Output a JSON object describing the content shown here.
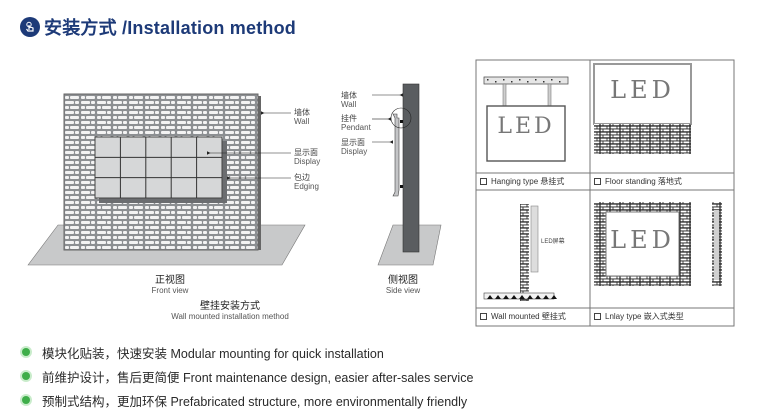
{
  "header": {
    "icon": "hand-touch-icon",
    "title": "安装方式 /Installation method"
  },
  "front_view": {
    "labels": [
      {
        "zh": "墙体",
        "en": "Wall"
      },
      {
        "zh": "显示面",
        "en": "Display"
      },
      {
        "zh": "包边",
        "en": "Edging"
      }
    ],
    "caption_zh": "正视图",
    "caption_en": "Front view",
    "display_grid": {
      "rows": 3,
      "cols": 5
    }
  },
  "side_view": {
    "labels": [
      {
        "zh": "墙体",
        "en": "Wall"
      },
      {
        "zh": "挂件",
        "en": "Pendant"
      },
      {
        "zh": "显示面",
        "en": "Display"
      }
    ],
    "caption_zh": "侧视图",
    "caption_en": "Side view"
  },
  "method_caption": {
    "zh": "壁挂安装方式",
    "en": "Wall mounted installation method"
  },
  "install_types": [
    {
      "label": "Hanging type  悬挂式",
      "screen_text": "LED"
    },
    {
      "label": "Floor standing 落地式",
      "screen_text": "LED"
    },
    {
      "label": "Wall mounted 壁挂式",
      "screen_text": "LED屏幕"
    },
    {
      "label": "Lnlay type 嵌入式类型",
      "screen_text": "LED"
    }
  ],
  "features": [
    "模块化贴装，快速安装 Modular mounting for quick installation",
    "前维护设计，售后更简便 Front maintenance design, easier after-sales service",
    "预制式结构，更加环保 Prefabricated structure, more environmentally friendly"
  ],
  "colors": {
    "title": "#1d3a78",
    "bullet": "#3fae4a",
    "wall_dark": "#5a5d60"
  }
}
